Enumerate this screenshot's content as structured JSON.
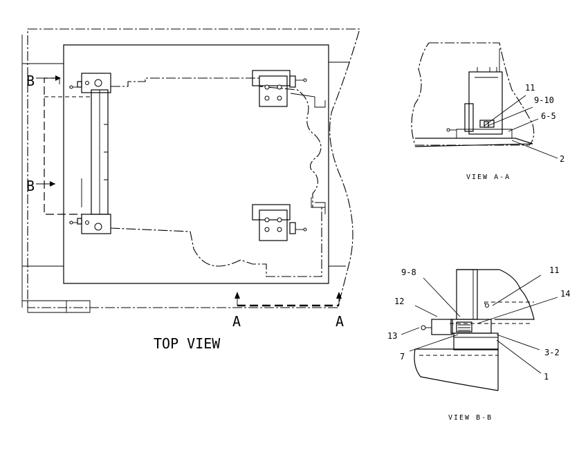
{
  "views": {
    "top_view": {
      "title": "TOP VIEW"
    },
    "view_a": {
      "title": "VIEW A-A"
    },
    "view_b": {
      "title": "VIEW B-B"
    }
  },
  "section_markers": {
    "b_upper": "B",
    "b_lower": "B",
    "a_left": "A",
    "a_right": "A"
  },
  "callouts_a": {
    "c1": "11",
    "c2": "9-10",
    "c3": "6-5",
    "c4": "2"
  },
  "callouts_b": {
    "c1": "9-8",
    "c2": "11",
    "c3": "12",
    "c4": "14",
    "c5": "13",
    "c6": "7",
    "c7": "3-2",
    "c8": "1"
  }
}
